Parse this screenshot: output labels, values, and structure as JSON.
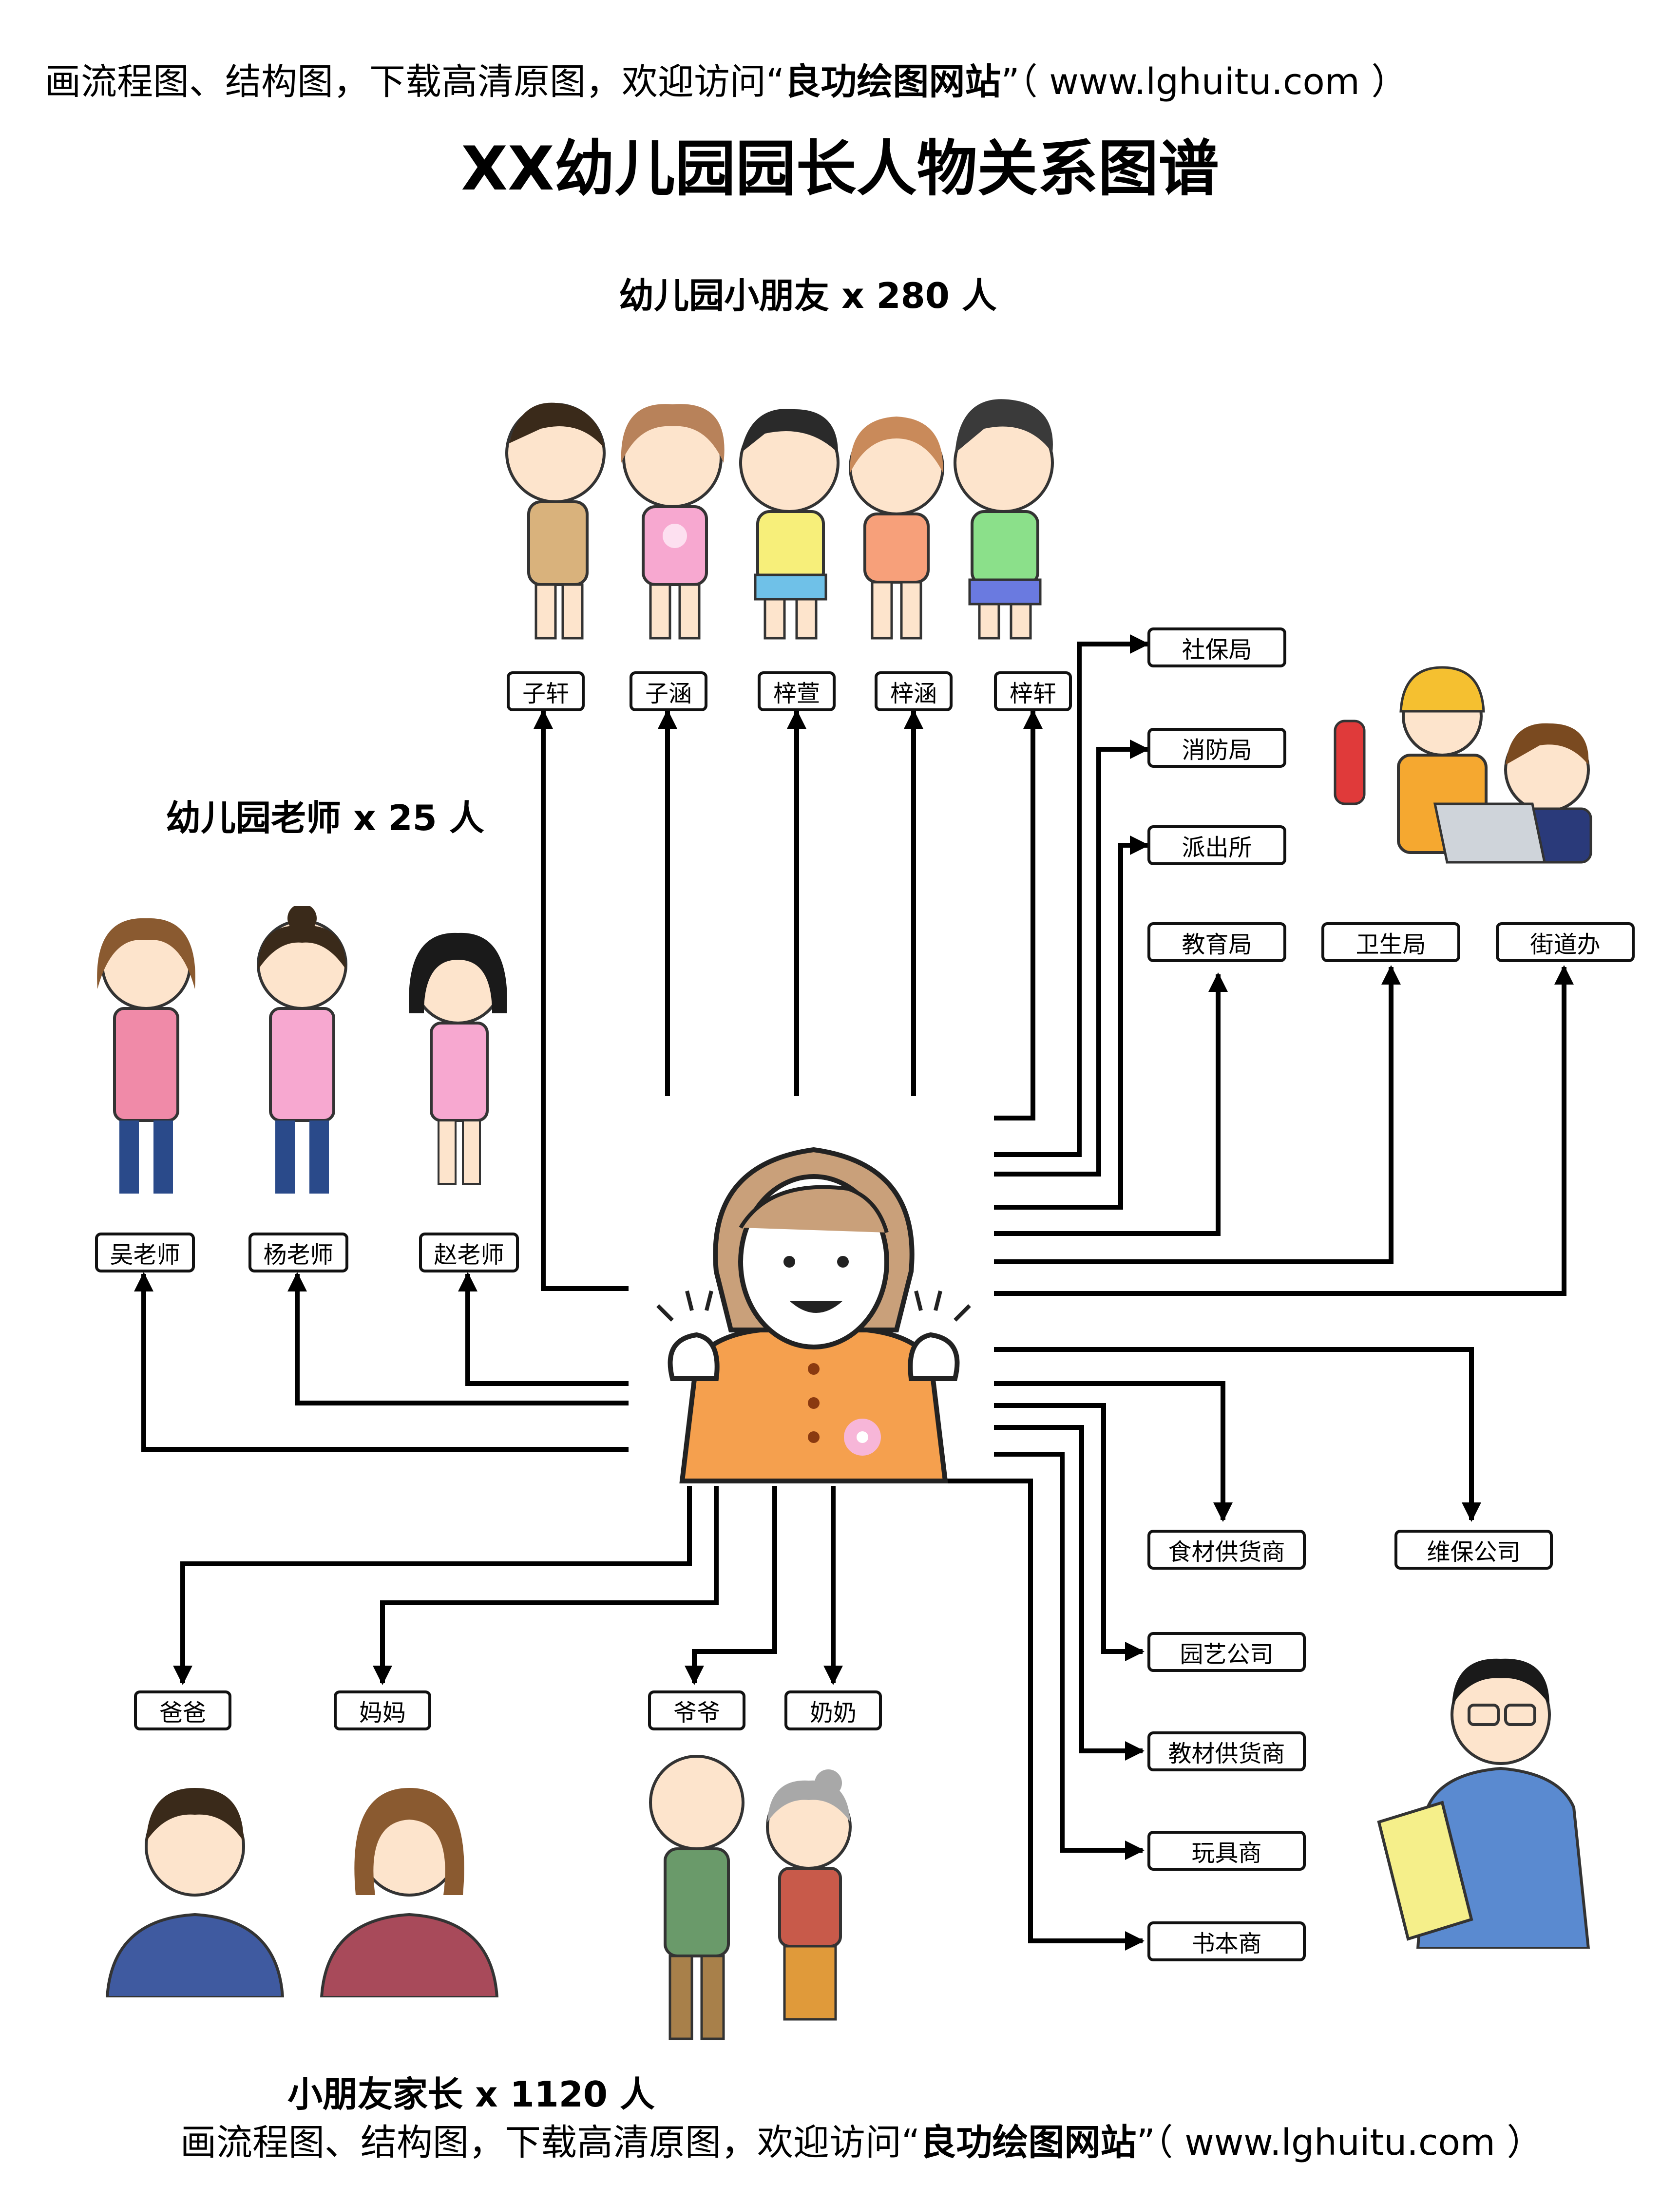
{
  "banner": {
    "prefix": "画流程图、结构图，下载高清原图，欢迎访问“",
    "site": "良功绘图网站",
    "suffix": "”（ www.lghuitu.com ）"
  },
  "title": "XX幼儿园园长人物关系图谱",
  "groups": {
    "children": "幼儿园小朋友 x 280 人",
    "teachers": "幼儿园老师 x 25 人",
    "parents": "小朋友家长 x 1120 人"
  },
  "nodes": {
    "children": [
      "子轩",
      "子涵",
      "梓萱",
      "梓涵",
      "梓轩"
    ],
    "teachers": [
      "吴老师",
      "杨老师",
      "赵老师"
    ],
    "parents": [
      "爸爸",
      "妈妈",
      "爷爷",
      "奶奶"
    ],
    "agencies": [
      "社保局",
      "消防局",
      "派出所",
      "教育局",
      "卫生局",
      "街道办"
    ],
    "suppliers": [
      "食材供货商",
      "维保公司",
      "园艺公司",
      "教材供货商",
      "玩具商",
      "书本商"
    ]
  },
  "colors": {
    "line": "#000000",
    "principal_shirt": "#f5a04e",
    "principal_hair": "#c9a07a",
    "flower_badge": "#f7b6d8"
  }
}
